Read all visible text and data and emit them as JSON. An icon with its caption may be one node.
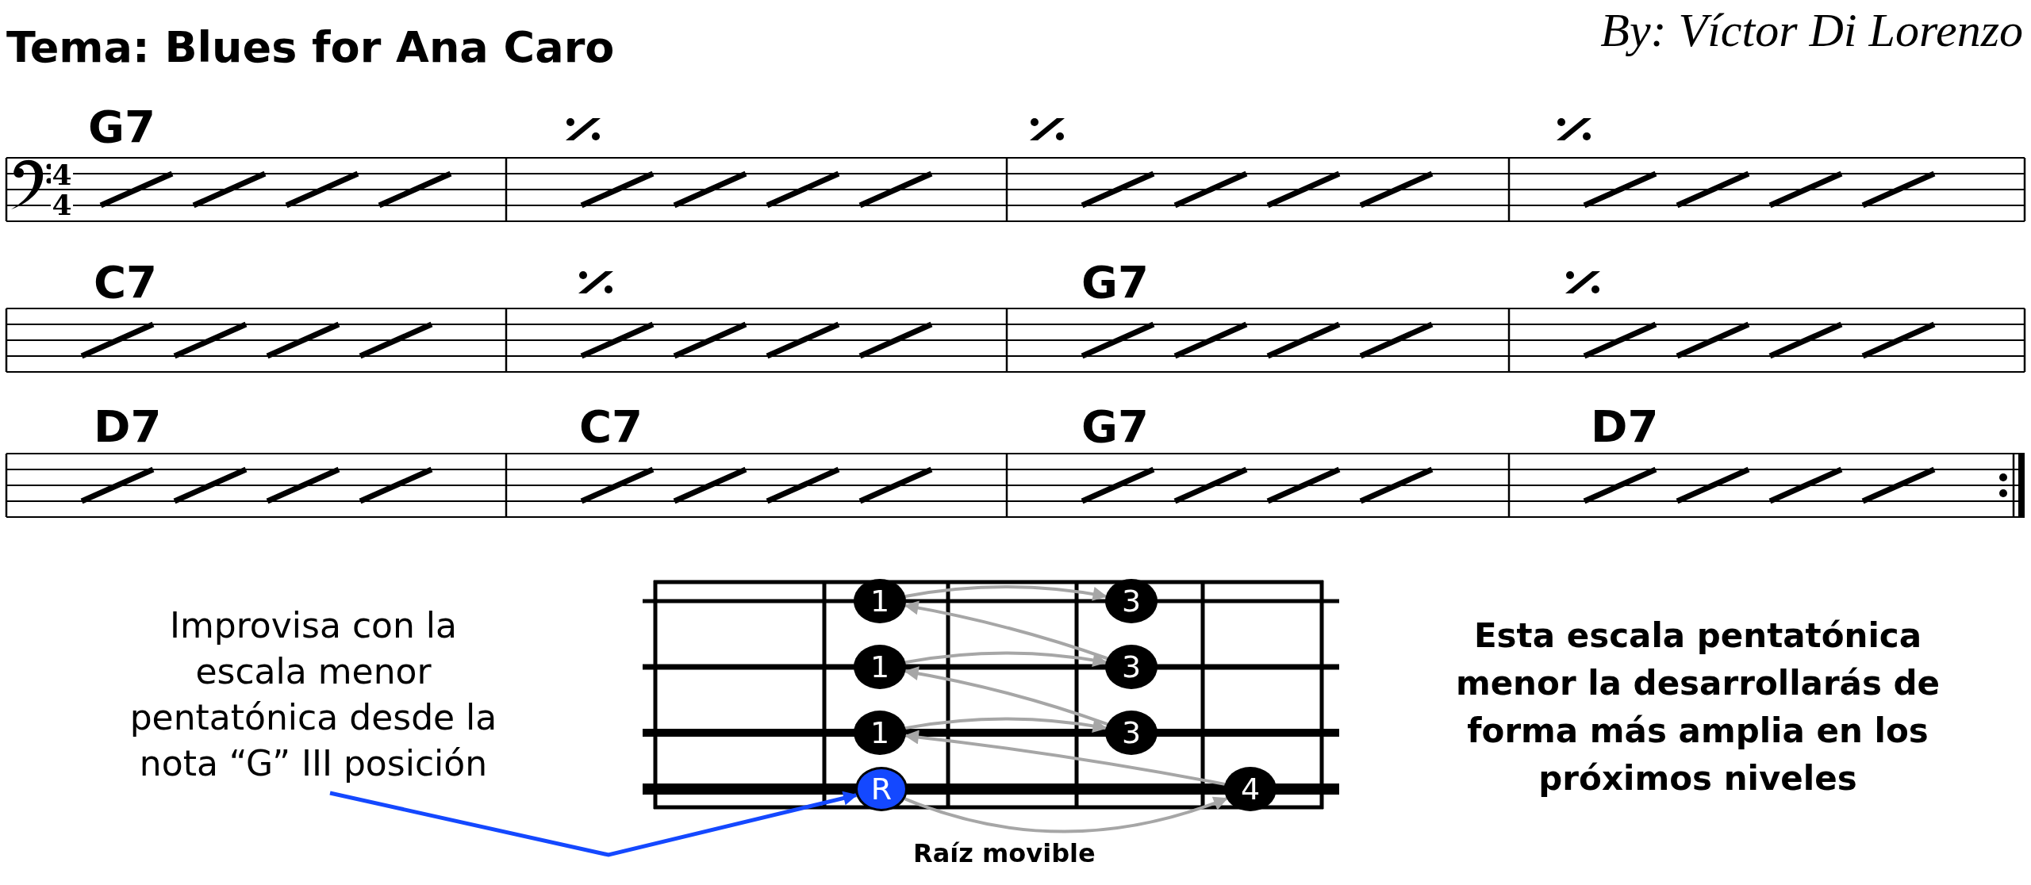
{
  "diagram": {
    "title": "Tema: Blues for Ana Caro",
    "nodes": [
      {
        "text": [
          "Improvisa con la escala menor pentatónica desde la nota “G” III posición"
        ]
      },
      {
        "text": [
          "1"
        ]
      },
      {
        "text": [
          "3"
        ]
      },
      {
        "text": [
          "1"
        ]
      },
      {
        "text": [
          "3"
        ]
      },
      {
        "text": [
          "1"
        ]
      },
      {
        "text": [
          "3"
        ]
      },
      {
        "text": [
          "R"
        ]
      },
      {
        "text": [
          "4"
        ]
      }
    ],
    "edges": [
      {
        "from": 0,
        "to": 7,
        "arrow": "to",
        "color": "#1448ff"
      },
      {
        "from": 7,
        "to": 8,
        "arrow": "to"
      },
      {
        "from": 8,
        "to": 5,
        "arrow": "to"
      },
      {
        "from": 5,
        "to": 6,
        "arrow": "to"
      },
      {
        "from": 6,
        "to": 3,
        "arrow": "to"
      },
      {
        "from": 3,
        "to": 4,
        "arrow": "to"
      },
      {
        "from": 4,
        "to": 1,
        "arrow": "to"
      },
      {
        "from": 1,
        "to": 2,
        "arrow": "to"
      }
    ],
    "labels": [
      "By: Víctor Di Lorenzo",
      "G7",
      "4",
      "4",
      "C7",
      "G7",
      "D7",
      "C7",
      "G7",
      "D7",
      "Esta escala pentatónica menor la desarrollarás de forma más amplia en los próximos niveles",
      "Raíz movible"
    ]
  }
}
